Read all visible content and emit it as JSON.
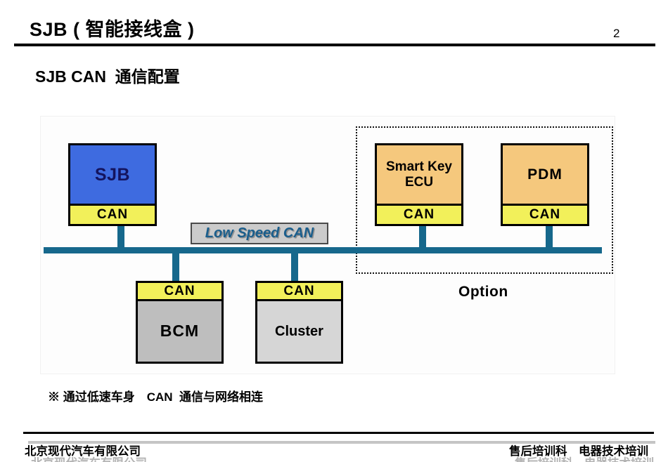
{
  "header": {
    "title": "SJB ( 智能接线盒 )",
    "page_number": "2"
  },
  "subtitle": "SJB CAN  通信配置",
  "diagram": {
    "bus_label": "Low Speed CAN",
    "option_label": "Option",
    "nodes": [
      {
        "id": "sjb",
        "label": "SJB",
        "port": "CAN"
      },
      {
        "id": "smart-key-ecu",
        "label": "Smart Key ECU",
        "port": "CAN"
      },
      {
        "id": "pdm",
        "label": "PDM",
        "port": "CAN"
      },
      {
        "id": "bcm",
        "label": "BCM",
        "port": "CAN"
      },
      {
        "id": "cluster",
        "label": "Cluster",
        "port": "CAN"
      }
    ],
    "colors": {
      "bus_line": "#16688C",
      "sjb_fill": "#3E6BE0",
      "can_port_fill": "#F2F05A",
      "option_module_fill": "#F5C87D",
      "bcm_fill": "#BEBEBE",
      "cluster_fill": "#D6D6D6",
      "bus_label_bg": "#CBCBCB",
      "bus_label_text": "#1A5E8C"
    }
  },
  "note": "※ 通过低速车身　CAN  通信与网络相连",
  "footer": {
    "left": "北京现代汽车有限公司",
    "right": "售后培训科　电器技术培训"
  }
}
